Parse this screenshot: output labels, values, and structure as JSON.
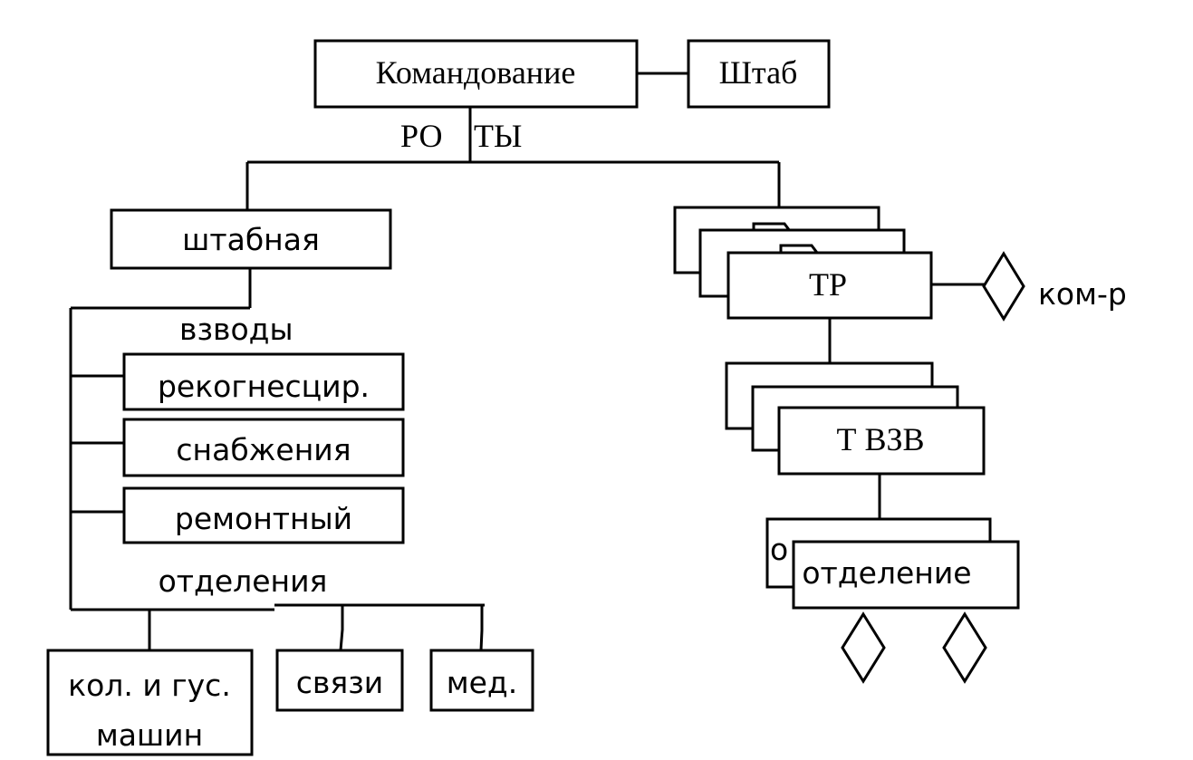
{
  "diagram": {
    "command": "Командование",
    "staff": "Штаб",
    "companies_left": "РО",
    "companies_right": "ТЫ",
    "hq_company": "штабная",
    "platoons_label": "взводы",
    "platoons": [
      "рекогнесцир.",
      "снабжения",
      "ремонтный"
    ],
    "sections_label": "отделения",
    "sections": [
      "кол. и гус.",
      "машин",
      "связи",
      "мед."
    ],
    "tank_company": "ТР",
    "commander": "ком-р",
    "tank_platoon": "Т ВЗВ",
    "section": "отделение",
    "section_back_fragment": "о"
  }
}
